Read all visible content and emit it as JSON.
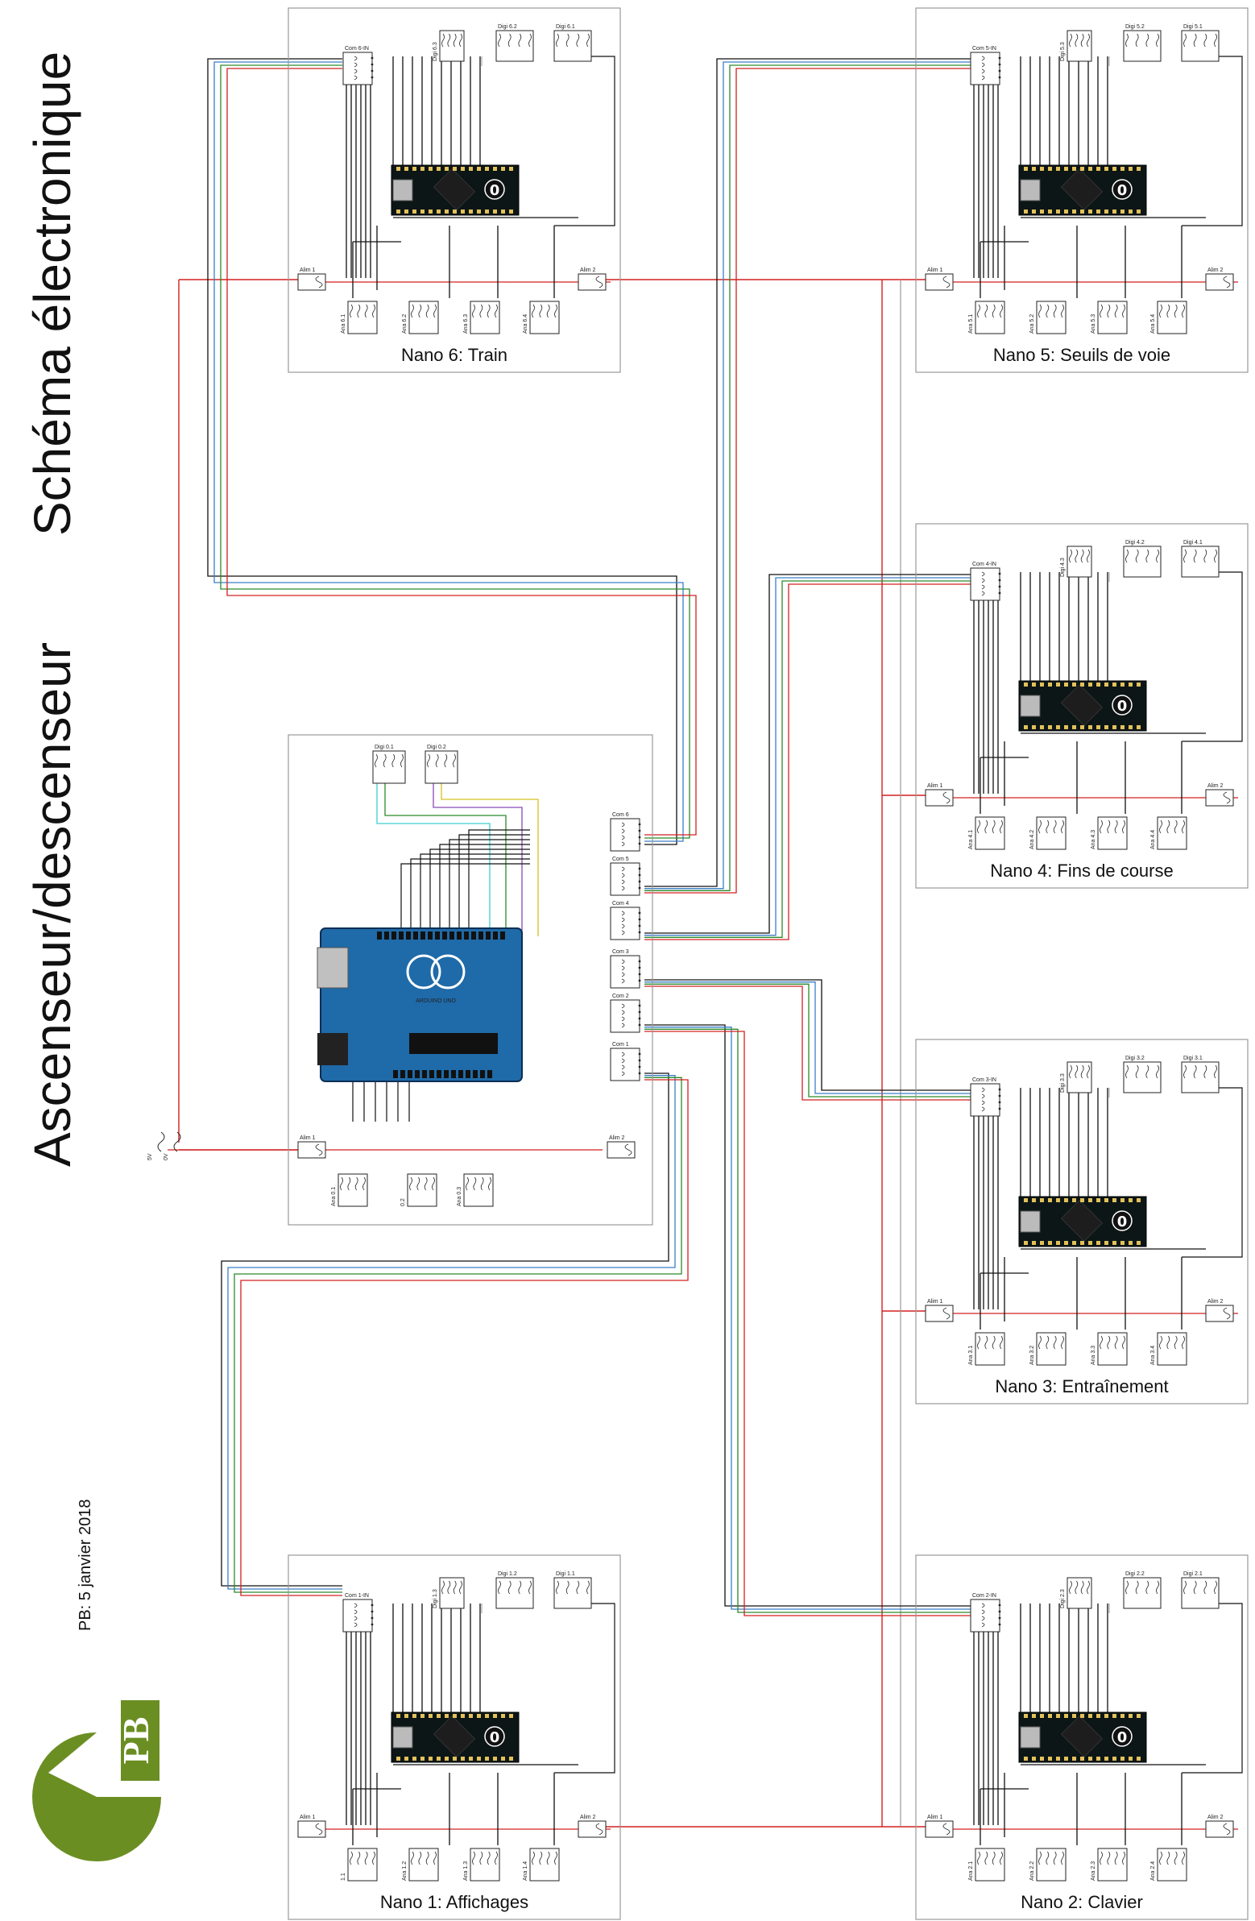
{
  "side_titles": {
    "schema": "Schéma électronique",
    "ascenseur": "Ascenseur/descenseur",
    "date": "PB: 5 janvier 2018"
  },
  "logo": {
    "text": "PB",
    "color": "#6b8e23"
  },
  "colors": {
    "red": "#d42020",
    "black": "#111111",
    "blue": "#3a7fc8",
    "green": "#2a8a2a",
    "gray": "#9a9a9a",
    "cyan": "#3ccfd0",
    "purple": "#8a4ab8",
    "yellow": "#d8c020"
  },
  "nanos": [
    {
      "id": "6",
      "label": "Nano 6: Train",
      "com": "Com 6-IN",
      "digi": [
        "Digi 6.3",
        "Digi 6.2",
        "Digi 6.1"
      ],
      "alim": [
        "Alim 1",
        "Alim 2"
      ],
      "ana": [
        "Ana 6.1",
        "Ana 6.2",
        "Ana 6.3",
        "Ana 6.4"
      ]
    },
    {
      "id": "5",
      "label": "Nano 5: Seuils de voie",
      "com": "Com 5-IN",
      "digi": [
        "Digi 5.3",
        "Digi 5.2",
        "Digi 5.1"
      ],
      "alim": [
        "Alim 1",
        "Alim 2"
      ],
      "ana": [
        "Ana 5.1",
        "Ana 5.2",
        "Ana 5.3",
        "Ana 5.4"
      ]
    },
    {
      "id": "4",
      "label": "Nano 4: Fins de course",
      "com": "Com 4-IN",
      "digi": [
        "Digi 4.3",
        "Digi 4.2",
        "Digi 4.1"
      ],
      "alim": [
        "Alim 1",
        "Alim 2"
      ],
      "ana": [
        "Ana 4.1",
        "Ana 4.2",
        "Ana 4.3",
        "Ana 4.4"
      ]
    },
    {
      "id": "3",
      "label": "Nano 3: Entraînement",
      "com": "Com 3-IN",
      "digi": [
        "Digi 3.3",
        "Digi 3.2",
        "Digi 3.1"
      ],
      "alim": [
        "Alim 1",
        "Alim 2"
      ],
      "ana": [
        "Ana 3.1",
        "Ana 3.2",
        "Ana 3.3",
        "Ana 3.4"
      ]
    },
    {
      "id": "1",
      "label": "Nano 1: Affichages",
      "com": "Com 1-IN",
      "digi": [
        "Digi 1.3",
        "Digi 1.2",
        "Digi 1.1"
      ],
      "alim": [
        "Alim 1",
        "Alim 2"
      ],
      "ana": [
        "1.1",
        "Ana 1.2",
        "Ana 1.3",
        "Ana 1.4"
      ]
    },
    {
      "id": "2",
      "label": "Nano 2: Clavier",
      "com": "Com 2-IN",
      "digi": [
        "Digi 2.3",
        "Digi 2.2",
        "Digi 2.1"
      ],
      "alim": [
        "Alim 1",
        "Alim 2"
      ],
      "ana": [
        "Ana 2.1",
        "Ana 2.2",
        "Ana 2.3",
        "Ana 2.4"
      ]
    }
  ],
  "uno": {
    "digi": [
      "Digi 0.1",
      "Digi 0.2"
    ],
    "com": [
      "Com 6",
      "Com 5",
      "Com 4",
      "Com 3",
      "Com 2",
      "Com 1"
    ],
    "alim": [
      "Alim 1",
      "Alim 2"
    ],
    "ana": [
      "Ana 0.1",
      "0.2",
      "Ana 0.3"
    ],
    "board_text": "ARDUINO UNO",
    "power": [
      "5V",
      "0V"
    ]
  }
}
